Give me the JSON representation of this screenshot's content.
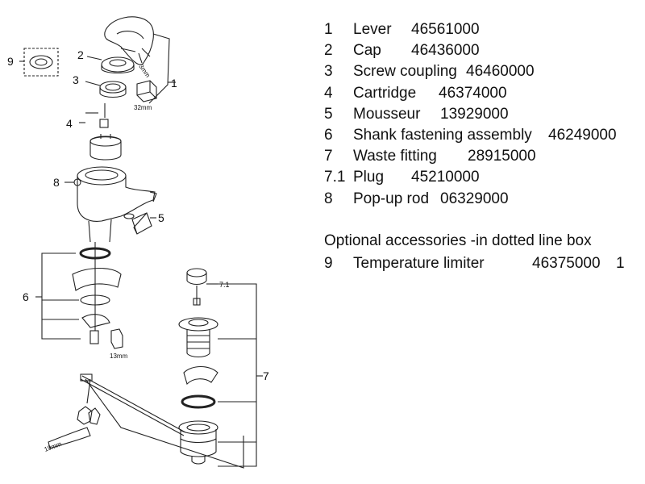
{
  "diagram": {
    "callouts": [
      "1",
      "2",
      "3",
      "4",
      "5",
      "6",
      "7",
      "7.1",
      "8",
      "9"
    ],
    "dimensions": {
      "wrench_32": "32mm",
      "hex_13": "13mm",
      "key_3": "3mm",
      "key_19": "19mm"
    }
  },
  "parts": [
    {
      "num": "1",
      "name": "Lever",
      "code": "46561000"
    },
    {
      "num": "2",
      "name": "Cap",
      "code": "46436000"
    },
    {
      "num": "3",
      "name": "Screw coupling",
      "code": "46460000"
    },
    {
      "num": "4",
      "name": "Cartridge",
      "code": "46374000"
    },
    {
      "num": "5",
      "name": "Mousseur",
      "code": "13929000"
    },
    {
      "num": "6",
      "name": "Shank fastening assembly",
      "code": "46249000"
    },
    {
      "num": "7",
      "name": "Waste fitting",
      "code": "28915000"
    },
    {
      "num": "7.1",
      "name": "Plug",
      "code": "45210000"
    },
    {
      "num": "8",
      "name": "Pop-up rod",
      "code": "06329000"
    }
  ],
  "accessories": {
    "title": "Optional accessories -in dotted line box",
    "items": [
      {
        "num": "9",
        "name": "Temperature limiter",
        "code": "46375000",
        "qty": "1"
      }
    ]
  }
}
